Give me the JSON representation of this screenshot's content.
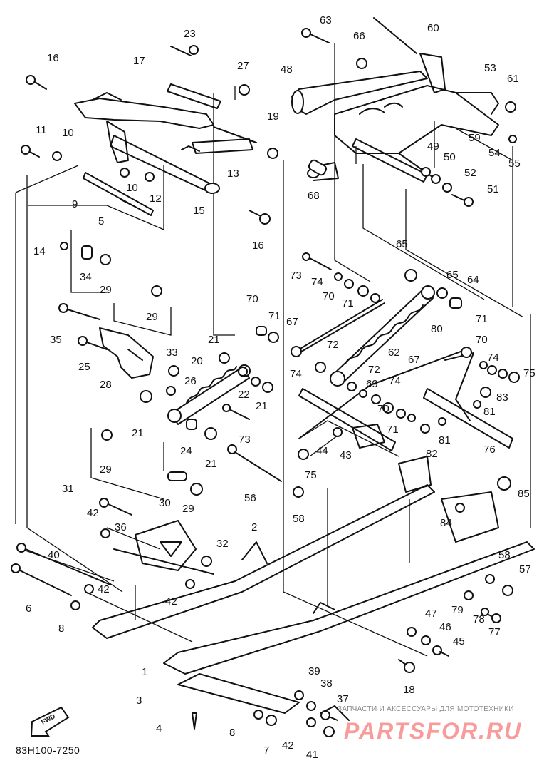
{
  "diagram_code": "83H100-7250",
  "direction_label": "FWD",
  "watermark": {
    "line": "ЗАПЧАСТИ И АКСЕССУАРЫ ДЛЯ МОТОТЕХНИКИ",
    "logo": "PARTSFOR.RU"
  },
  "callouts": [
    {
      "n": "1"
    },
    {
      "n": "2"
    },
    {
      "n": "3"
    },
    {
      "n": "4"
    },
    {
      "n": "5"
    },
    {
      "n": "6"
    },
    {
      "n": "7"
    },
    {
      "n": "8"
    },
    {
      "n": "8"
    },
    {
      "n": "9"
    },
    {
      "n": "10"
    },
    {
      "n": "10"
    },
    {
      "n": "11"
    },
    {
      "n": "12"
    },
    {
      "n": "13"
    },
    {
      "n": "14"
    },
    {
      "n": "15"
    },
    {
      "n": "16"
    },
    {
      "n": "16"
    },
    {
      "n": "17"
    },
    {
      "n": "18"
    },
    {
      "n": "19"
    },
    {
      "n": "20"
    },
    {
      "n": "21"
    },
    {
      "n": "21"
    },
    {
      "n": "21"
    },
    {
      "n": "21"
    },
    {
      "n": "22"
    },
    {
      "n": "23"
    },
    {
      "n": "24"
    },
    {
      "n": "25"
    },
    {
      "n": "26"
    },
    {
      "n": "27"
    },
    {
      "n": "28"
    },
    {
      "n": "29"
    },
    {
      "n": "29"
    },
    {
      "n": "29"
    },
    {
      "n": "29"
    },
    {
      "n": "30"
    },
    {
      "n": "31"
    },
    {
      "n": "32"
    },
    {
      "n": "33"
    },
    {
      "n": "34"
    },
    {
      "n": "35"
    },
    {
      "n": "36"
    },
    {
      "n": "37"
    },
    {
      "n": "38"
    },
    {
      "n": "39"
    },
    {
      "n": "40"
    },
    {
      "n": "41"
    },
    {
      "n": "42"
    },
    {
      "n": "42"
    },
    {
      "n": "42"
    },
    {
      "n": "42"
    },
    {
      "n": "43"
    },
    {
      "n": "44"
    },
    {
      "n": "45"
    },
    {
      "n": "46"
    },
    {
      "n": "47"
    },
    {
      "n": "48"
    },
    {
      "n": "49"
    },
    {
      "n": "50"
    },
    {
      "n": "51"
    },
    {
      "n": "52"
    },
    {
      "n": "53"
    },
    {
      "n": "54"
    },
    {
      "n": "55"
    },
    {
      "n": "56"
    },
    {
      "n": "57"
    },
    {
      "n": "58"
    },
    {
      "n": "58"
    },
    {
      "n": "59"
    },
    {
      "n": "60"
    },
    {
      "n": "61"
    },
    {
      "n": "62"
    },
    {
      "n": "63"
    },
    {
      "n": "64"
    },
    {
      "n": "65"
    },
    {
      "n": "65"
    },
    {
      "n": "66"
    },
    {
      "n": "67"
    },
    {
      "n": "67"
    },
    {
      "n": "68"
    },
    {
      "n": "69"
    },
    {
      "n": "70"
    },
    {
      "n": "70"
    },
    {
      "n": "70"
    },
    {
      "n": "70"
    },
    {
      "n": "71"
    },
    {
      "n": "71"
    },
    {
      "n": "71"
    },
    {
      "n": "71"
    },
    {
      "n": "72"
    },
    {
      "n": "72"
    },
    {
      "n": "73"
    },
    {
      "n": "73"
    },
    {
      "n": "74"
    },
    {
      "n": "74"
    },
    {
      "n": "74"
    },
    {
      "n": "74"
    },
    {
      "n": "75"
    },
    {
      "n": "75"
    },
    {
      "n": "76"
    },
    {
      "n": "77"
    },
    {
      "n": "78"
    },
    {
      "n": "79"
    },
    {
      "n": "80"
    },
    {
      "n": "81"
    },
    {
      "n": "81"
    },
    {
      "n": "82"
    },
    {
      "n": "83"
    },
    {
      "n": "84"
    },
    {
      "n": "85"
    }
  ]
}
